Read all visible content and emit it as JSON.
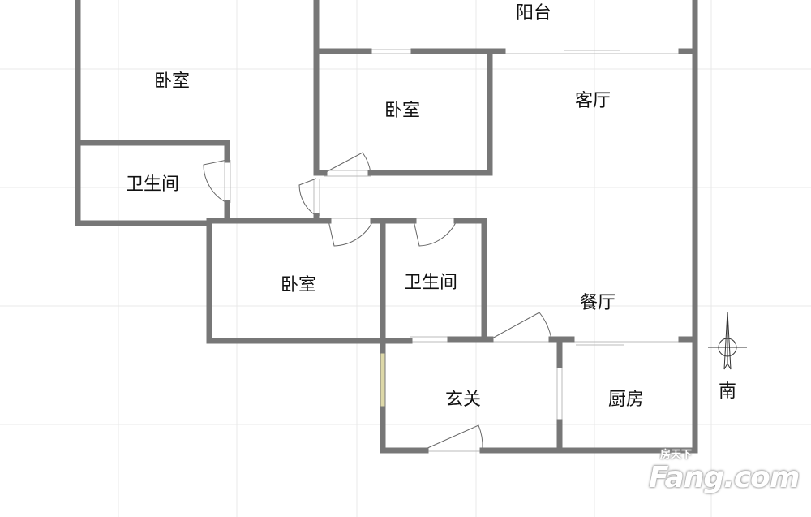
{
  "rooms": {
    "balcony": "阳台",
    "bedroom_main": "卧室",
    "bedroom_second": "卧室",
    "bedroom_third": "卧室",
    "living_room": "客厅",
    "dining_room": "餐厅",
    "bathroom_left": "卫生间",
    "bathroom_center": "卫生间",
    "entrance": "玄关",
    "kitchen": "厨房"
  },
  "compass": {
    "direction": "南"
  },
  "watermark": {
    "brand": "Fang.com",
    "brand_cn": "房天下"
  },
  "colors": {
    "wall": "#777777",
    "grid": "#e6e6e6",
    "door_leaf": "#ddd8a8"
  }
}
